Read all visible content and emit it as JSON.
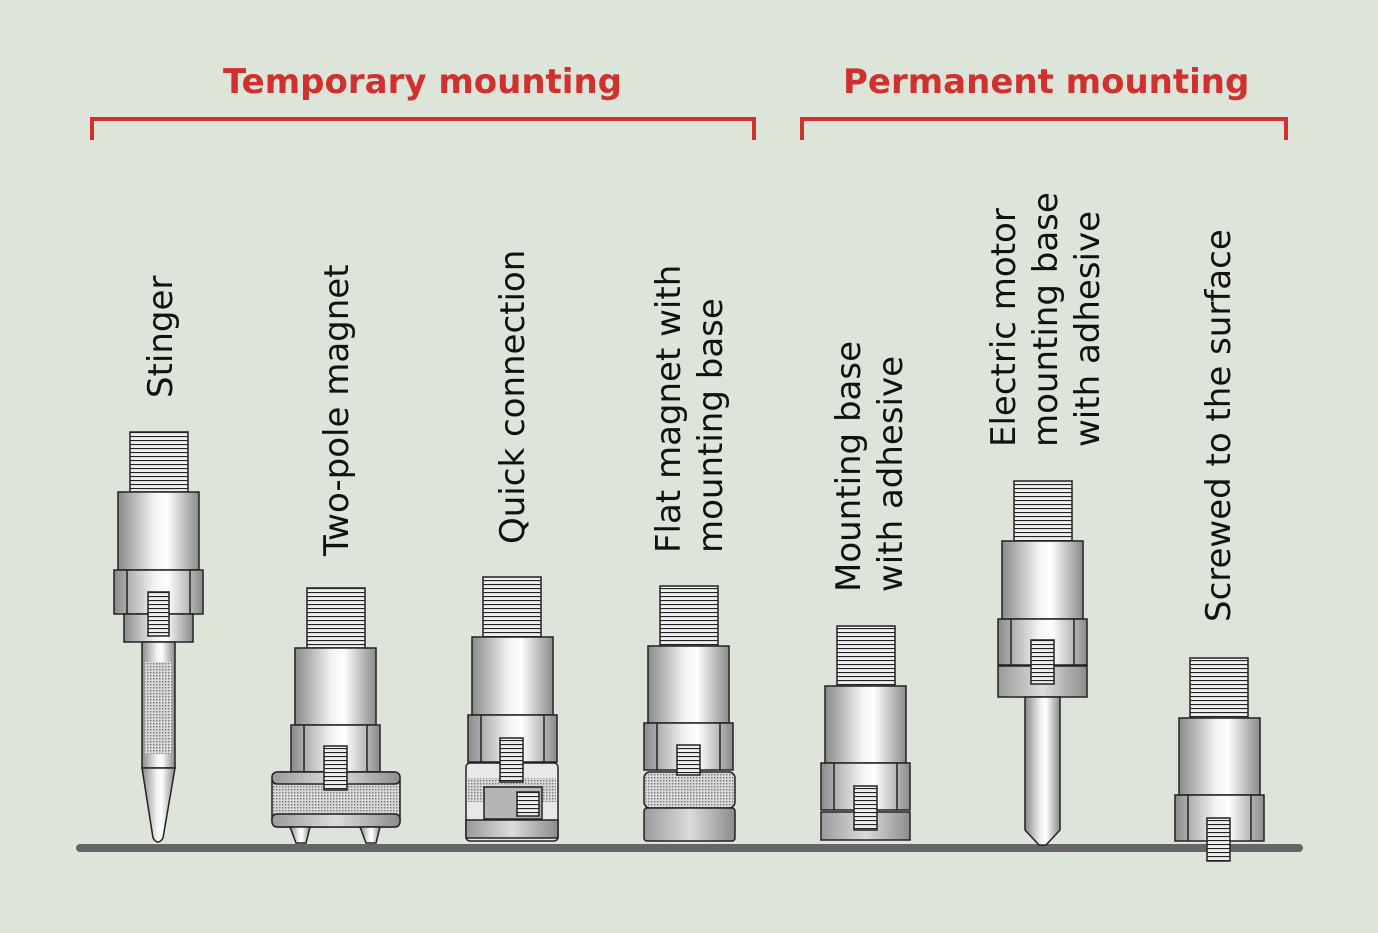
{
  "groups": {
    "temporary": "Temporary mounting",
    "permanent": "Permanent mounting"
  },
  "labels": {
    "stinger": "Stinger",
    "two_pole_magnet": "Two-pole magnet",
    "quick_connection": "Quick connection",
    "flat_magnet": "Flat magnet with\nmounting base",
    "mounting_base_adhesive": "Mounting base\nwith adhesive",
    "electric_motor": "Electric motor\nmounting base\nwith adhesive",
    "screwed": "Screwed to the surface"
  },
  "colors": {
    "accent": "#d0302e",
    "background": "#dde4da",
    "surface": "#666666"
  }
}
